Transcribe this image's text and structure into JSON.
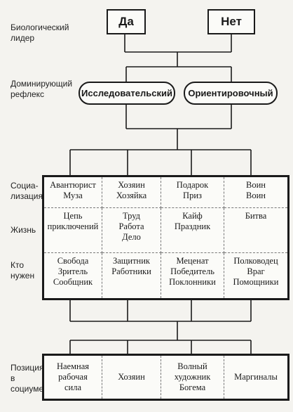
{
  "row_labels": {
    "bio_leader_1": "Биологический",
    "bio_leader_2": "лидер",
    "reflex_1": "Доминирующий",
    "reflex_2": "рефлекс",
    "social_1": "Социа-",
    "social_2": "лизация",
    "life": "Жизнь",
    "who_1": "Кто",
    "who_2": "нужен",
    "position_1": "Позиция",
    "position_2": "в",
    "position_3": "социуме"
  },
  "leader_options": {
    "yes": "Да",
    "no": "Нет"
  },
  "reflex_options": {
    "exploratory": "Исследовательский",
    "orienting": "Ориентировочный"
  },
  "grid": {
    "socialization": [
      [
        "Авантюрист",
        "Муза"
      ],
      [
        "Хозяин",
        "Хозяйка"
      ],
      [
        "Подарок",
        "Приз"
      ],
      [
        "Воин",
        "Воин"
      ]
    ],
    "life": [
      [
        "Цепь",
        "приключений"
      ],
      [
        "Труд",
        "Работа",
        "Дело"
      ],
      [
        "Кайф",
        "Праздник"
      ],
      [
        "Битва"
      ]
    ],
    "who_needed": [
      [
        "Свобода",
        "Зритель",
        "Сообщник"
      ],
      [
        "Защитник",
        "Работники"
      ],
      [
        "Меценат",
        "Победитель",
        "Поклонники"
      ],
      [
        "Полководец",
        "Враг",
        "Помощники"
      ]
    ]
  },
  "positions": [
    [
      "Наемная",
      "рабочая",
      "сила"
    ],
    [
      "Хозяин"
    ],
    [
      "Волный",
      "художник",
      "Богема"
    ],
    [
      "Маргиналы"
    ]
  ]
}
